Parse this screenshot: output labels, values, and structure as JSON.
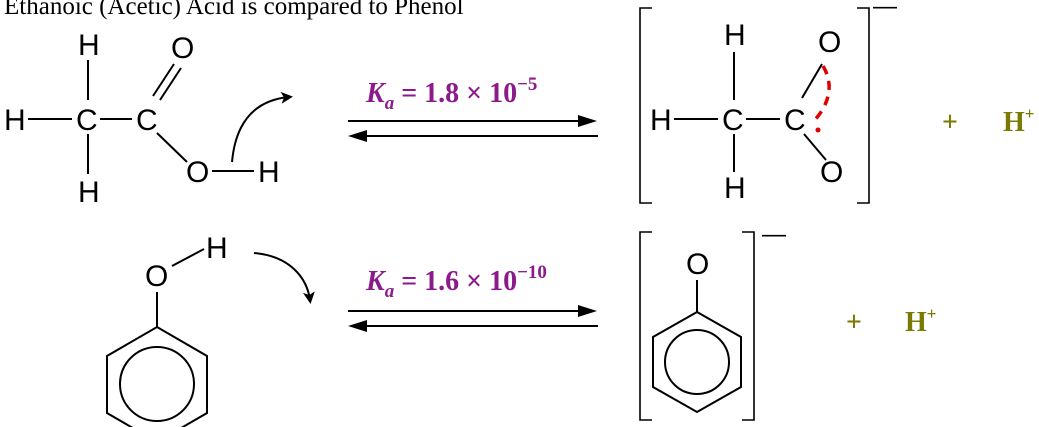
{
  "title": "Ethanoic (Acetic) Acid is compared to Phenol",
  "atoms": {
    "H": "H",
    "C": "C",
    "O": "O"
  },
  "acetic": {
    "ka_symbol": "K",
    "ka_sub": "a",
    "ka_value": " = 1.8 × 10",
    "ka_exp": "−5",
    "charge": "—",
    "plus": "+",
    "proton": "H",
    "proton_charge": "+"
  },
  "phenol": {
    "ka_symbol": "K",
    "ka_sub": "a",
    "ka_value": " = 1.6 × 10",
    "ka_exp": "−10",
    "charge": "—",
    "plus": "+",
    "proton": "H",
    "proton_charge": "+"
  },
  "colors": {
    "ka_label": "#8b1a8b",
    "proton": "#7a7a00",
    "resonance": "#e00000",
    "ink": "#000000"
  }
}
